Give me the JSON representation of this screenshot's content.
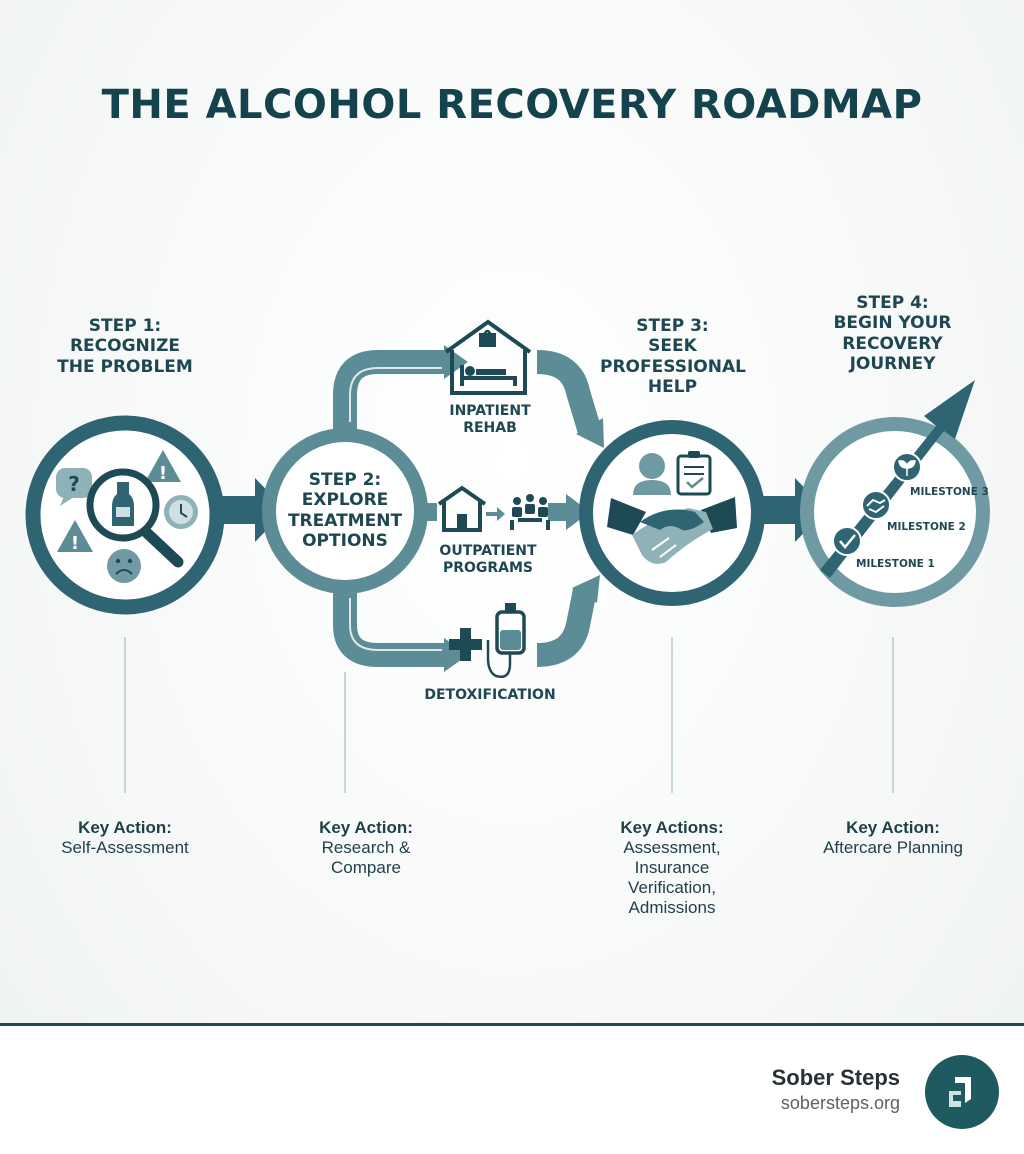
{
  "title": "THE ALCOHOL RECOVERY ROADMAP",
  "steps": [
    {
      "line1": "STEP 1:",
      "line2": "RECOGNIZE",
      "line3": "THE PROBLEM",
      "key_title": "Key Action:",
      "key_value": "Self-Assessment"
    },
    {
      "line1": "STEP 2:",
      "line2": "EXPLORE",
      "line3": "TREATMENT",
      "line4": "OPTIONS",
      "key_title": "Key Action:",
      "key_value": "Research &\nCompare"
    },
    {
      "line1": "STEP 3:",
      "line2": "SEEK",
      "line3": "PROFESSIONAL",
      "line4": "HELP",
      "key_title": "Key Actions:",
      "key_value": "Assessment,\nInsurance\nVerification,\nAdmissions"
    },
    {
      "line1": "STEP 4:",
      "line2": "BEGIN YOUR",
      "line3": "RECOVERY",
      "line4": "JOURNEY",
      "key_title": "Key Action:",
      "key_value": "Aftercare Planning"
    }
  ],
  "paths": {
    "inpatient": {
      "line1": "INPATIENT",
      "line2": "REHAB"
    },
    "outpatient": {
      "line1": "OUTPATIENT",
      "line2": "PROGRAMS"
    },
    "detox": {
      "line1": "DETOXIFICATION"
    }
  },
  "milestones": [
    "MILESTONE 1",
    "MILESTONE 2",
    "MILESTONE 3"
  ],
  "brand": {
    "name": "Sober Steps",
    "url": "sobersteps.org"
  },
  "colors": {
    "primary": "#2f6572",
    "mid": "#5c8c95",
    "light": "#8fb2b8",
    "dark": "#1e4a55"
  }
}
